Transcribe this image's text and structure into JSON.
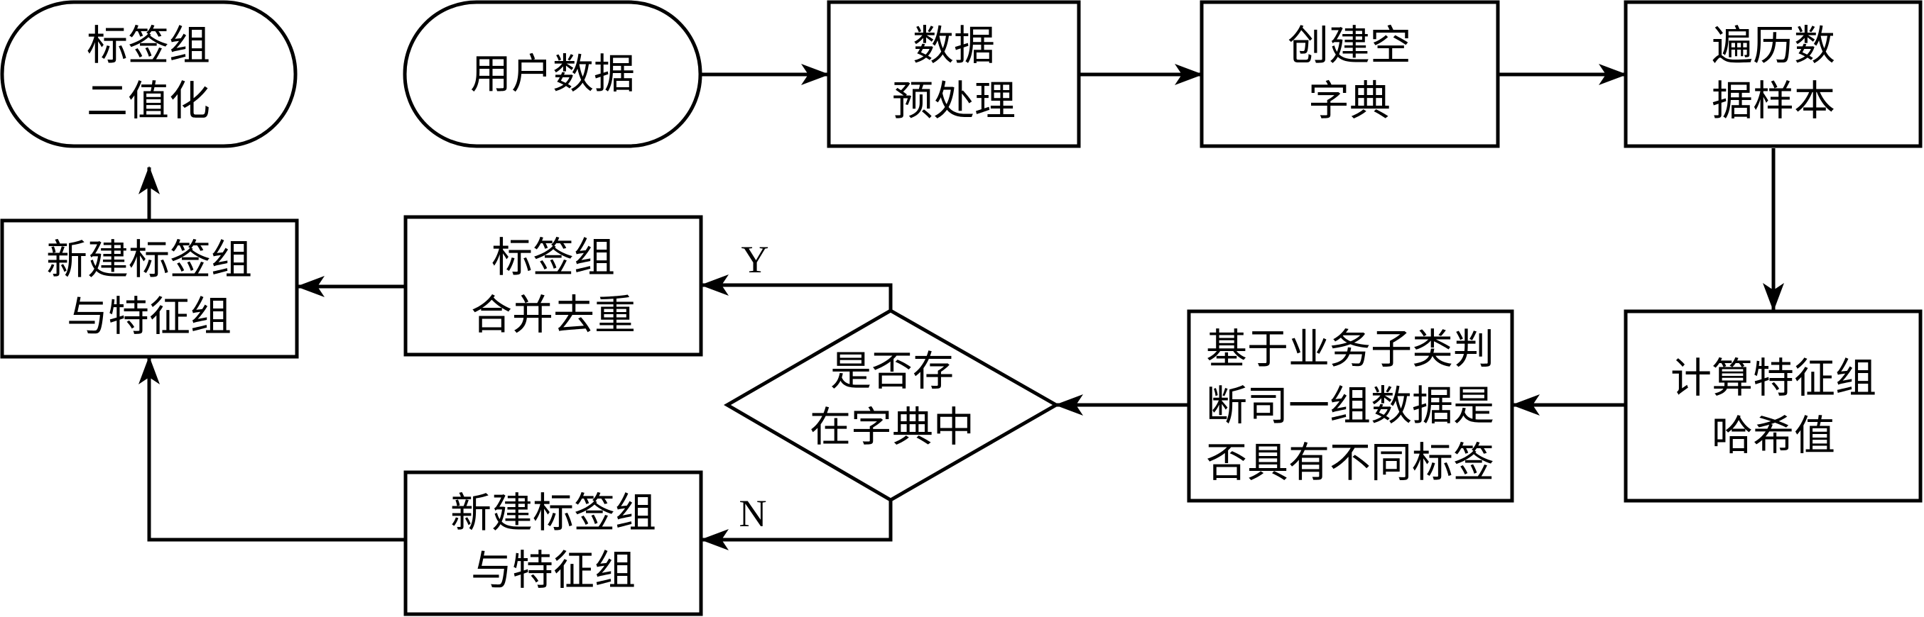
{
  "diagram": {
    "type": "flowchart",
    "colors": {
      "stroke": "#000000",
      "fill": "#ffffff",
      "text": "#000000"
    },
    "nodes": {
      "binarize": {
        "shape": "terminal",
        "lines": [
          "标签组",
          "二值化"
        ]
      },
      "user_data": {
        "shape": "terminal",
        "lines": [
          "用户数据"
        ]
      },
      "preprocess": {
        "shape": "process",
        "lines": [
          "数据",
          "预处理"
        ]
      },
      "create_dict": {
        "shape": "process",
        "lines": [
          "创建空",
          "字典"
        ]
      },
      "traverse": {
        "shape": "process",
        "lines": [
          "遍历数",
          "据样本"
        ]
      },
      "hash": {
        "shape": "process",
        "lines": [
          "计算特征组",
          "哈希值"
        ]
      },
      "judge": {
        "shape": "process",
        "lines": [
          "基于业务子类判",
          "断司一组数据是",
          "否具有不同标签"
        ]
      },
      "decision": {
        "shape": "decision",
        "lines": [
          "是否存",
          "在字典中"
        ]
      },
      "merge": {
        "shape": "process",
        "lines": [
          "标签组",
          "合并去重"
        ]
      },
      "new_group_left": {
        "shape": "process",
        "lines": [
          "新建标签组",
          "与特征组"
        ]
      },
      "new_group_bottom": {
        "shape": "process",
        "lines": [
          "新建标签组",
          "与特征组"
        ]
      }
    },
    "edges": [
      {
        "from": "user_data",
        "to": "preprocess"
      },
      {
        "from": "preprocess",
        "to": "create_dict"
      },
      {
        "from": "create_dict",
        "to": "traverse"
      },
      {
        "from": "traverse",
        "to": "hash"
      },
      {
        "from": "hash",
        "to": "judge"
      },
      {
        "from": "judge",
        "to": "decision"
      },
      {
        "from": "decision",
        "to": "merge",
        "label": "Y"
      },
      {
        "from": "decision",
        "to": "new_group_bottom",
        "label": "N"
      },
      {
        "from": "merge",
        "to": "new_group_left"
      },
      {
        "from": "new_group_bottom",
        "to": "new_group_left"
      },
      {
        "from": "new_group_left",
        "to": "binarize"
      }
    ],
    "branch_labels": {
      "yes": "Y",
      "no": "N"
    }
  }
}
